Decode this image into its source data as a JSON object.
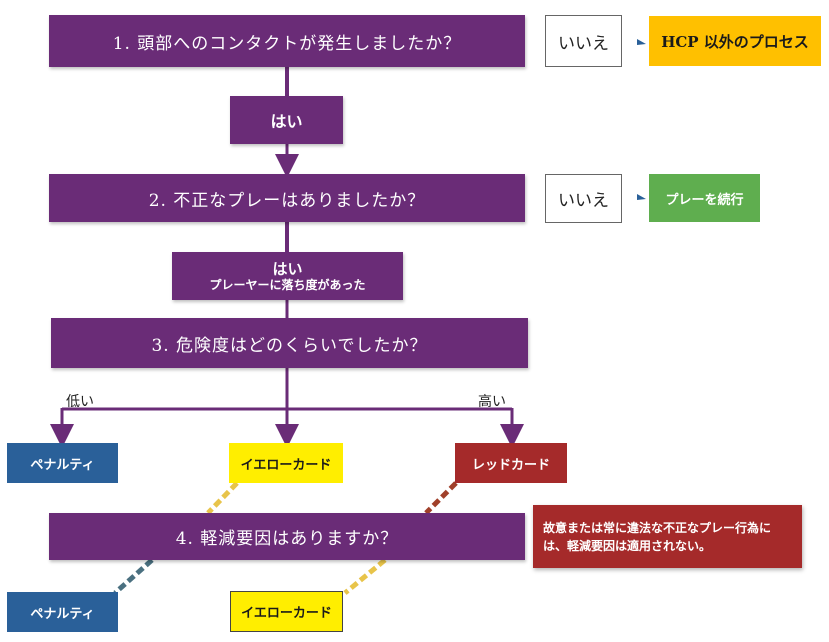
{
  "q1": {
    "text": "1. 頭部へのコンタクトが発生しましたか？",
    "no": "いいえ",
    "no_result": "HCP 以外のプロセス"
  },
  "yes1": "はい",
  "q2": {
    "text": "2. 不正なプレーはありましたか？",
    "no": "いいえ",
    "no_result": "プレーを続行"
  },
  "yes2": {
    "title": "はい",
    "sub": "プレーヤーに落ち度があった"
  },
  "q3": {
    "text": "3. 危険度はどのくらいでしたか？",
    "low": "低い",
    "high": "高い"
  },
  "outcomes3": {
    "penalty": "ペナルティ",
    "yellow": "イエローカード",
    "red": "レッドカード"
  },
  "q4": {
    "text": "4. 軽減要因はありますか？"
  },
  "note": "故意または常に違法な不正なプレー行為には、軽減要因は適用されない。",
  "outcomes4": {
    "penalty": "ペナルティ",
    "yellow": "イエローカード"
  },
  "colors": {
    "purple": "#6a2c77",
    "orange": "#ffc000",
    "green": "#5fae4f",
    "blue": "#2a6099",
    "yellow": "#ffee00",
    "red": "#a52a2a"
  }
}
